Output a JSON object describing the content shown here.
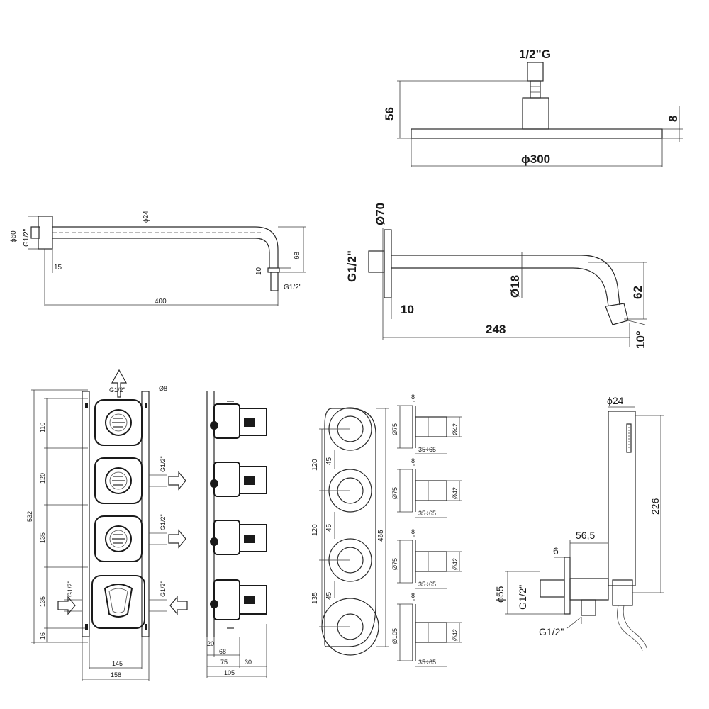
{
  "rain_head": {
    "thread": "1/2\"G",
    "height": "56",
    "thickness": "8",
    "diameter": "ϕ300"
  },
  "wall_arm_a": {
    "flange_dia": "ϕ60",
    "thread_in": "G1/2\"",
    "tube_dia": "ϕ24",
    "flange_depth": "15",
    "drop": "68",
    "outlet_len": "10",
    "thread_out": "G1/2\"",
    "length": "400"
  },
  "wall_arm_b": {
    "flange_dia": "Ø70",
    "thread": "G1/2\"",
    "tube_dia": "Ø18",
    "flange_depth": "10",
    "drop": "62",
    "length": "248",
    "angle": "10°"
  },
  "valve_front": {
    "thread_top": "G1/2\"",
    "hole_dia": "Ø8",
    "h1": "110",
    "h2": "120",
    "h3": "135",
    "h4": "135",
    "h5": "16",
    "total_height": "532",
    "thread_r1": "G1/2\"",
    "thread_r2": "G1/2\"",
    "thread_r3": "G1/2\"",
    "thread_l": "G1/2\"",
    "width_inner": "145",
    "width_outer": "158"
  },
  "valve_side": {
    "d20": "20",
    "d68": "68",
    "d75": "75",
    "d30": "30",
    "d105": "105"
  },
  "plate_front": {
    "s1": "120",
    "s2": "120",
    "s3": "135",
    "c1": "45",
    "c2": "45",
    "c3": "45",
    "total": "465"
  },
  "handles": [
    {
      "depth": "8",
      "plate_dia": "Ø75",
      "knob_dia": "Ø42",
      "range": "35÷65"
    },
    {
      "depth": "8",
      "plate_dia": "Ø75",
      "knob_dia": "Ø42",
      "range": "35÷65"
    },
    {
      "depth": "8",
      "plate_dia": "Ø75",
      "knob_dia": "Ø42",
      "range": "35÷65"
    },
    {
      "depth": "8",
      "plate_dia": "Ø105",
      "knob_dia": "Ø42",
      "range": "35÷65"
    }
  ],
  "hand_shower": {
    "handle_dia": "ϕ24",
    "height": "226",
    "outlet_len": "56,5",
    "flange_depth": "6",
    "flange_dia": "ϕ55",
    "thread_wall": "G1/2\"",
    "thread_bottom": "G1/2\""
  }
}
